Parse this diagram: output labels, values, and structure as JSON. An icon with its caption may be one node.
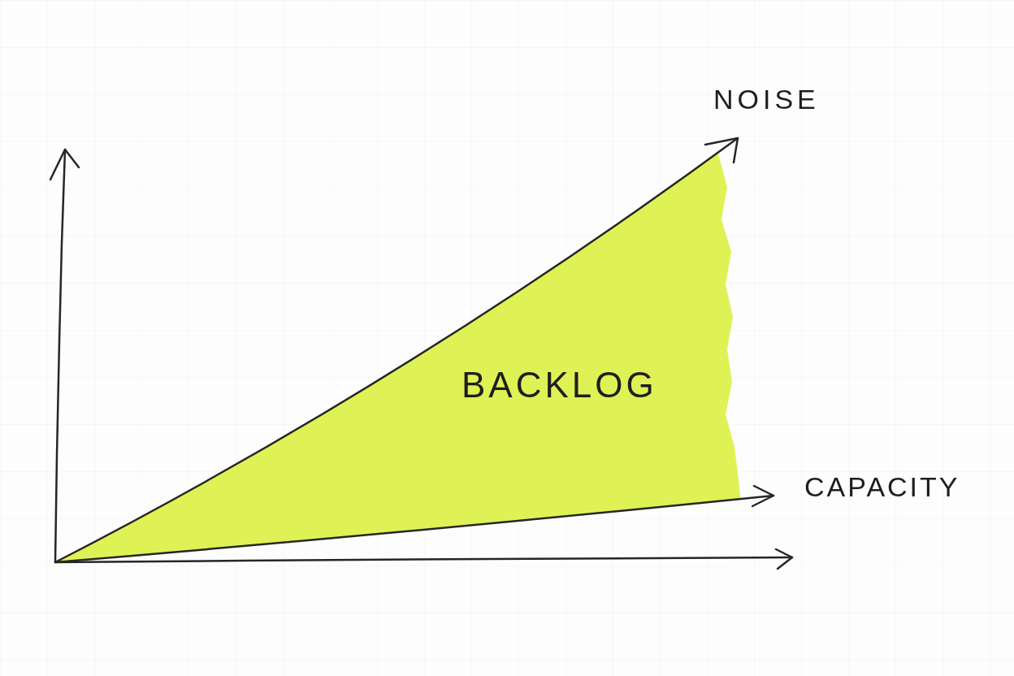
{
  "diagram": {
    "nodes": [
      {
        "text": [
          "BACKLOG"
        ]
      }
    ],
    "labels": [
      "NOISE",
      "CAPACITY"
    ]
  }
}
